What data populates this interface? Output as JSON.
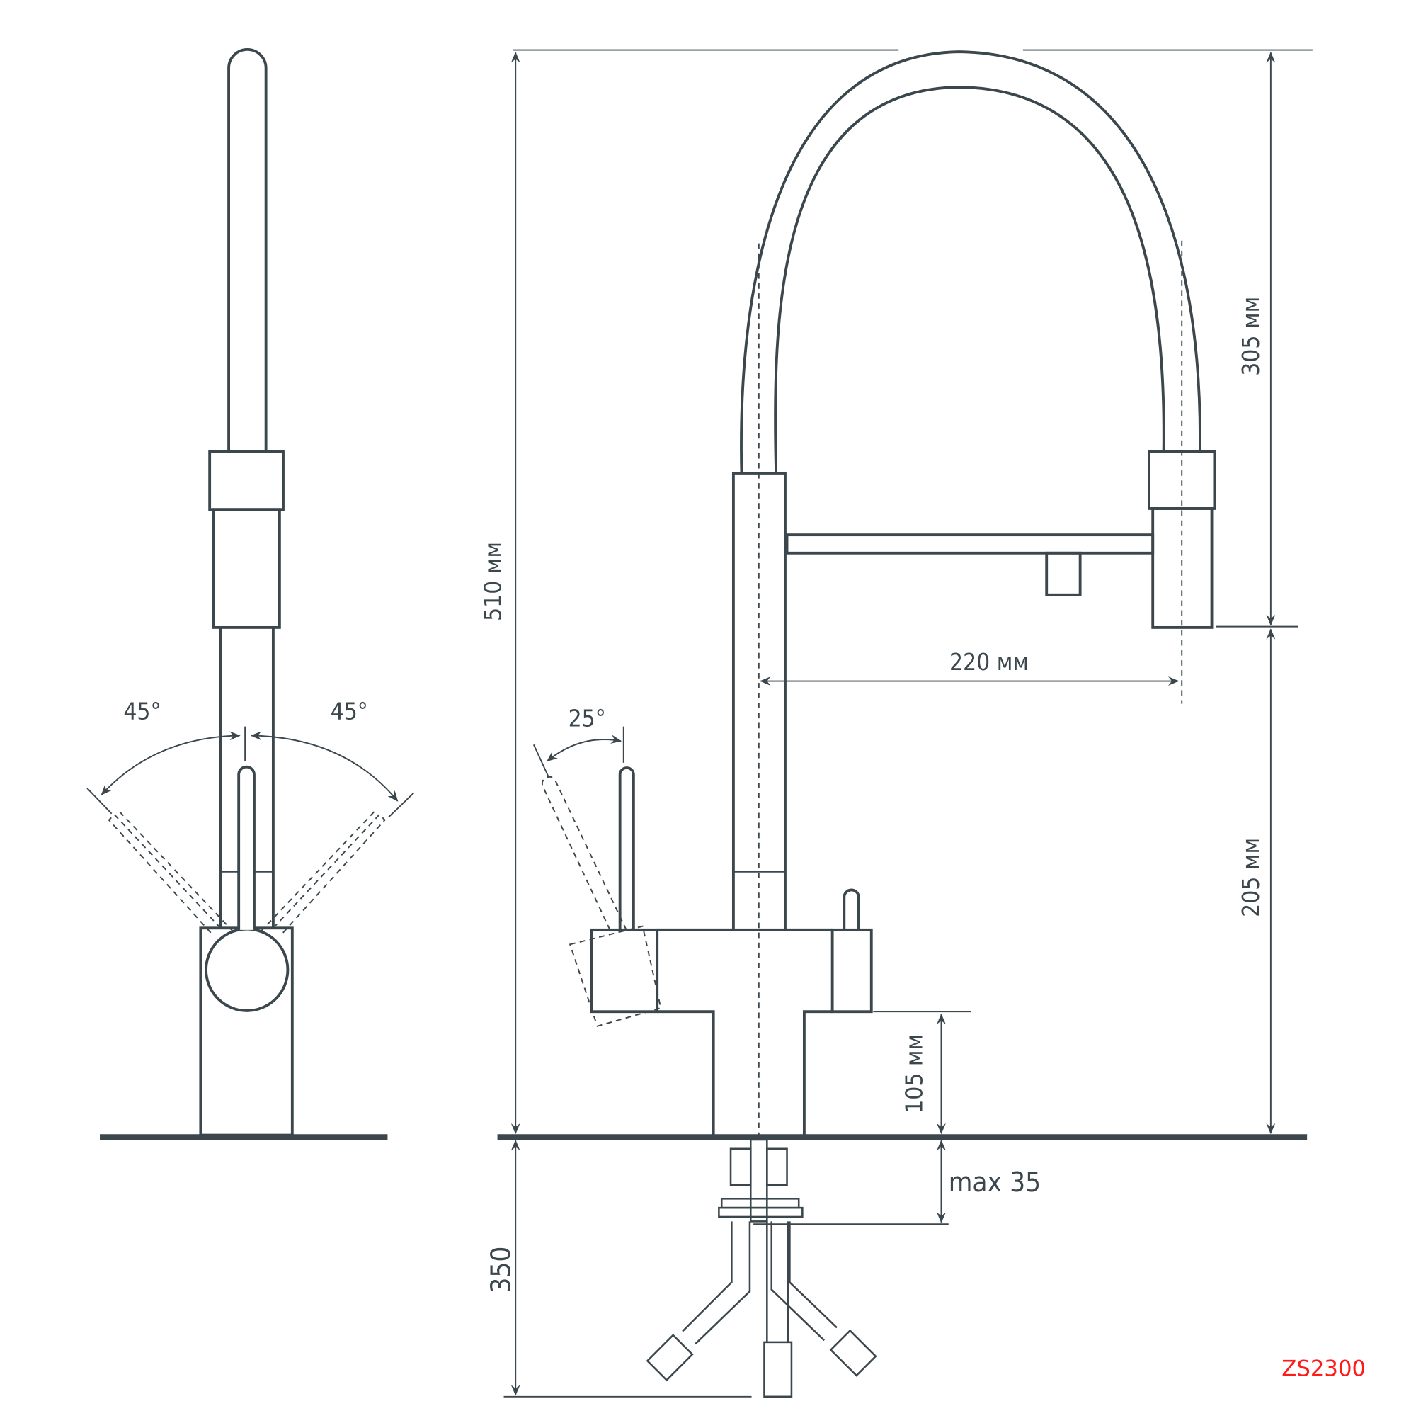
{
  "labels": {
    "angle_left": "45°",
    "angle_right": "45°",
    "angle_lever": "25°",
    "total_height": "510 мм",
    "spout_height": "305 мм",
    "clearance_height": "205 мм",
    "reach": "220 мм",
    "body_height": "105 мм",
    "max_thickness": "max 35",
    "hose_length": "350",
    "model_code": "ZS2300"
  },
  "colors": {
    "line": "#3b474d",
    "model_code": "#ff1a1a"
  }
}
